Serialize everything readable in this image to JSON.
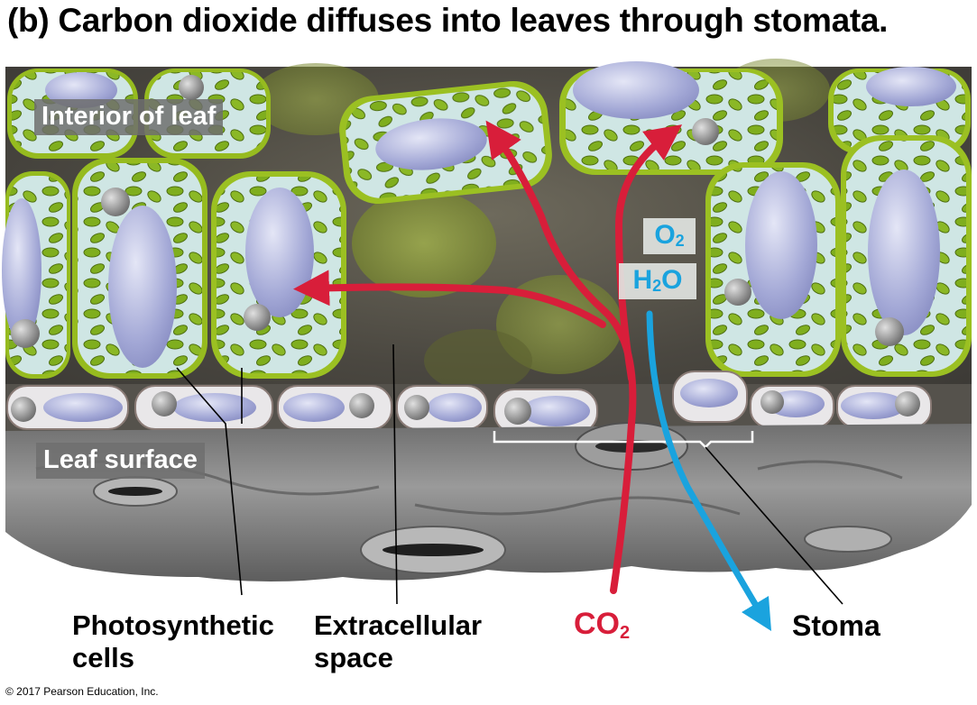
{
  "title": {
    "part": "(b)",
    "text": "Carbon dioxide diffuses into leaves through stomata."
  },
  "region_labels": {
    "interior": "Interior of leaf",
    "surface": "Leaf surface"
  },
  "gases_out": {
    "o2": "O",
    "o2_sub": "2",
    "h2o_a": "H",
    "h2o_sub": "2",
    "h2o_b": "O"
  },
  "callouts": {
    "photosynthetic_line1": "Photosynthetic",
    "photosynthetic_line2": "cells",
    "extracellular_line1": "Extracellular",
    "extracellular_line2": "space",
    "co2": "CO",
    "co2_sub": "2",
    "stoma": "Stoma"
  },
  "colors": {
    "co2_arrow": "#d81e3a",
    "water_oxygen_arrow": "#1aa3de",
    "chloroplast": "#7fae1e",
    "cell_fill": "#cfe6e4",
    "nucleus": "#a9aed8",
    "surface": "#8e8e8e"
  },
  "copyright": "© 2017 Pearson Education, Inc."
}
